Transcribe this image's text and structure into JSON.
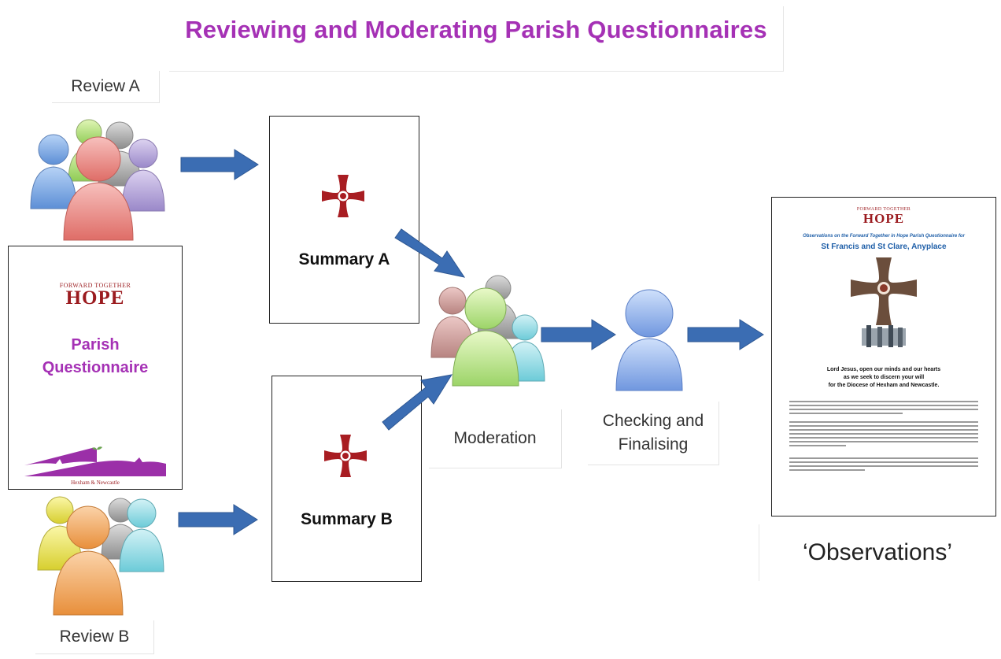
{
  "diagram": {
    "title": "Reviewing and Moderating Parish Questionnaires",
    "review_a_label": "Review A",
    "review_b_label": "Review B",
    "summary_a_label": "Summary A",
    "summary_b_label": "Summary B",
    "moderation_label": "Moderation",
    "checking_label_line1": "Checking and",
    "checking_label_line2": "Finalising",
    "observations_label": "‘Observations’"
  },
  "questionnaire_doc": {
    "brand_top": "FORWARD TOGETHER",
    "brand_main": "HOPE",
    "title_line1": "Parish",
    "title_line2": "Questionnaire",
    "footer": "Hexham & Newcastle"
  },
  "observations_doc": {
    "brand_top": "FORWARD TOGETHER",
    "brand_main": "HOPE",
    "heading_line": "Observations on the Forward Together in Hope Parish Questionnaire for",
    "parish_name": "St Francis and St Clare, Anyplace",
    "prayer_line1": "Lord Jesus, open our minds and our hearts",
    "prayer_line2": "as we seek to discern your will",
    "prayer_line3": "for the Diocese of Hexham and Newcastle."
  },
  "colors": {
    "title": "#a531b5",
    "arrow": "#3b6db3",
    "cross": "#a81d22",
    "questionnaire_title": "#a531b5",
    "observations_heading": "#1f5fa8"
  }
}
